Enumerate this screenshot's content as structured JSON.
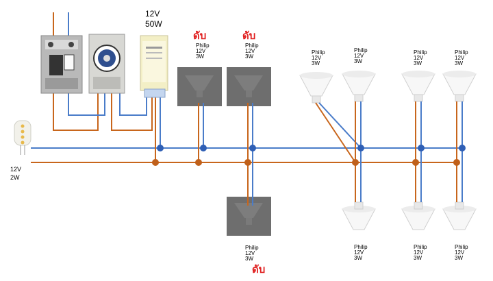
{
  "transformer": {
    "voltage": "12V",
    "power": "50W"
  },
  "side_lamp": {
    "voltage": "12V",
    "power": "2W"
  },
  "lamp_spec": {
    "brand": "Philip",
    "voltage": "12V",
    "power": "3W"
  },
  "off_label": "ดับ",
  "colors": {
    "neutral_wire": "#4a7cc9",
    "live_wire": "#c8661c",
    "off_text": "#e02020",
    "off_lamp_bg": "#6e6e6e"
  }
}
